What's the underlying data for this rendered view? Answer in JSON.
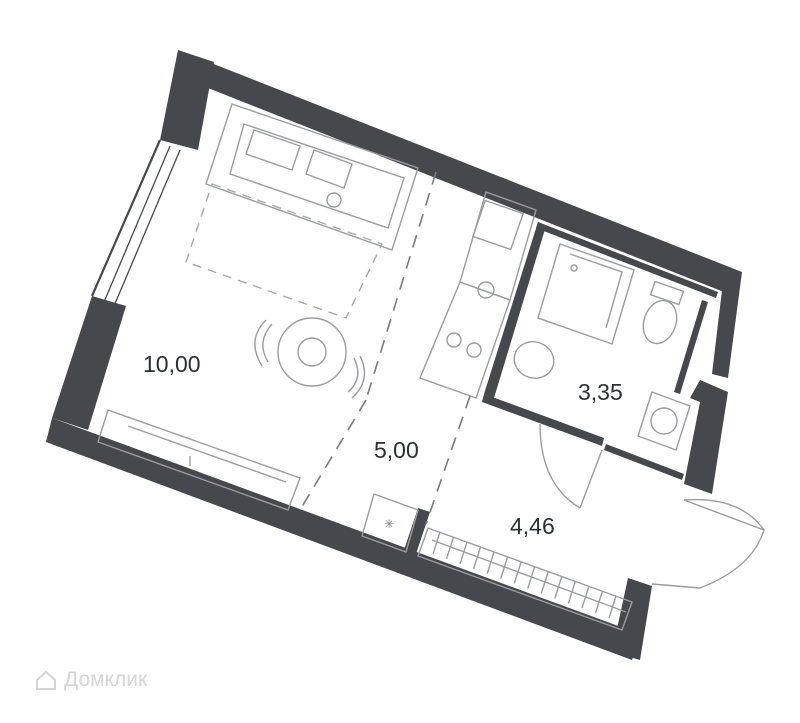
{
  "rooms": {
    "living": {
      "area": "10,00"
    },
    "kitchen": {
      "area": "5,00"
    },
    "bathroom": {
      "area": "3,35"
    },
    "hallway": {
      "area": "4,46"
    }
  },
  "watermark": {
    "text": "Домклик"
  },
  "colors": {
    "wall": "#45484d",
    "furniture": "#9a9ca0",
    "text": "#2c2f33"
  }
}
